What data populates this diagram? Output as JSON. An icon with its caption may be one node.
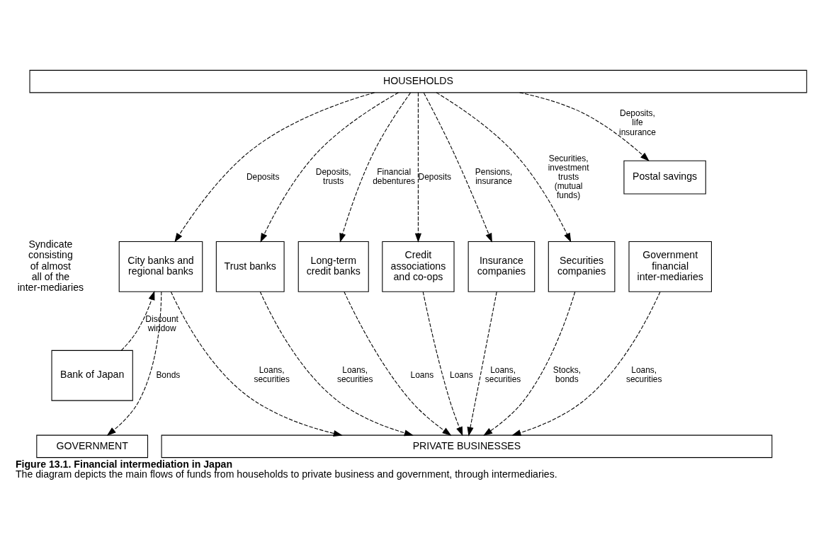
{
  "diagram": {
    "title": "Figure 13.1. Financial intermediation in Japan",
    "caption": "The diagram depicts the main flows of funds from households to private business and government, through intermediaries.",
    "nodes": [
      {
        "text": [
          "HOUSEHOLDS"
        ]
      },
      {
        "text": [
          "Postal savings"
        ]
      },
      {
        "text": [
          "City banks and regional banks"
        ]
      },
      {
        "text": [
          "Trust banks"
        ]
      },
      {
        "text": [
          "Long-term credit banks"
        ]
      },
      {
        "text": [
          "Credit associations and co-ops"
        ]
      },
      {
        "text": [
          "Insurance companies"
        ]
      },
      {
        "text": [
          "Government financial inter-mediaries"
        ]
      },
      {
        "text": [
          "Securities companies"
        ]
      },
      {
        "text": [
          "Bank of Japan"
        ]
      },
      {
        "text": [
          "GOVERNMENT"
        ]
      },
      {
        "text": [
          "PRIVATE BUSINESSES"
        ]
      }
    ],
    "edges": [
      {
        "from": 0,
        "to": 2,
        "arrow": "to",
        "style": "dashed",
        "label": "Deposits"
      },
      {
        "from": 0,
        "to": 3,
        "arrow": "to",
        "style": "dashed",
        "label": "Deposits, trusts"
      },
      {
        "from": 0,
        "to": 4,
        "arrow": "to",
        "style": "dashed",
        "label": "Financial debentures"
      },
      {
        "from": 0,
        "to": 5,
        "arrow": "to",
        "style": "dashed",
        "label": "Deposits"
      },
      {
        "from": 0,
        "to": 6,
        "arrow": "to",
        "style": "dashed",
        "label": "Pensions, insurance"
      },
      {
        "from": 0,
        "to": 1,
        "arrow": "to",
        "style": "dashed",
        "label": "Deposits, life insurance"
      },
      {
        "from": 0,
        "to": 8,
        "arrow": "to",
        "style": "dashed",
        "label": "Securities, investment trusts (mutual funds)"
      },
      {
        "from": 9,
        "to": 2,
        "arrow": "to",
        "style": "dashed",
        "label": "Discount window"
      },
      {
        "from": 2,
        "to": 10,
        "arrow": "to",
        "style": "dashed",
        "label": "Bonds"
      },
      {
        "from": 2,
        "to": 11,
        "arrow": "to",
        "style": "dashed",
        "label": "Loans, securities"
      },
      {
        "from": 3,
        "to": 11,
        "arrow": "to",
        "style": "dashed",
        "label": "Loans, securities"
      },
      {
        "from": 4,
        "to": 11,
        "arrow": "to",
        "style": "dashed",
        "label": "Loans"
      },
      {
        "from": 5,
        "to": 11,
        "arrow": "to",
        "style": "dashed",
        "label": "Loans"
      },
      {
        "from": 6,
        "to": 11,
        "arrow": "to",
        "style": "dashed",
        "label": "Loans, securities"
      },
      {
        "from": 7,
        "to": 11,
        "arrow": "to",
        "style": "dashed",
        "label": "Loans, securities"
      },
      {
        "from": 8,
        "to": 11,
        "arrow": "to",
        "style": "dashed",
        "label": "Stocks, bonds"
      }
    ],
    "labels": [
      "Syndicate consisting of almost all of the inter-mediaries"
    ]
  }
}
